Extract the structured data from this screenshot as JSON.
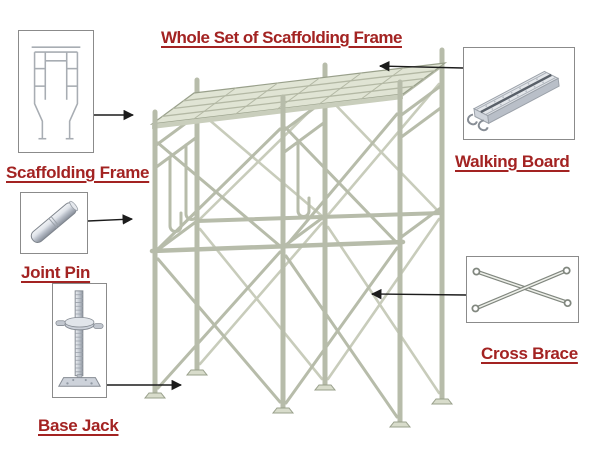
{
  "title": "Whole Set of Scaffolding Frame",
  "parts": {
    "scaffolding_frame": {
      "label": "Scaffolding Frame",
      "thumbnail_icon": "walk-through-frame-icon"
    },
    "joint_pin": {
      "label": "Joint Pin",
      "thumbnail_icon": "metal-pin-icon"
    },
    "base_jack": {
      "label": "Base Jack",
      "thumbnail_icon": "screw-base-jack-icon"
    },
    "walking_board": {
      "label": "Walking Board",
      "thumbnail_icon": "perforated-plank-icon"
    },
    "cross_brace": {
      "label": "Cross Brace",
      "thumbnail_icon": "x-crossed-tubes-icon"
    }
  },
  "colors": {
    "label_red": "#a32322",
    "box_border": "#8b8b8b",
    "arrow": "#1c1c1c",
    "tube": "#b7bcaa",
    "tube_dark": "#99a08b",
    "tube_rear": "#c8ccbb",
    "deck_fill": "#e0e4d4",
    "thumb_stroke": "#a8adb3"
  }
}
